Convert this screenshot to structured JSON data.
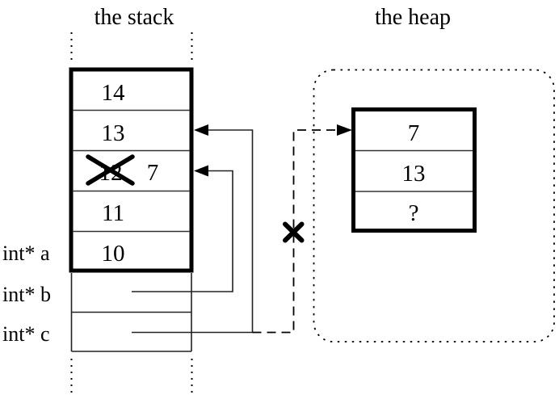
{
  "colors": {
    "ink": "#000000",
    "background": "#ffffff",
    "thin_line": "#222222"
  },
  "stack": {
    "title": "the stack",
    "cells": [
      {
        "value": "14"
      },
      {
        "value": "13"
      },
      {
        "value": "12",
        "crossed_out": true,
        "new_value": "7"
      },
      {
        "value": "11"
      },
      {
        "value": "10"
      }
    ],
    "pointer_labels": [
      {
        "label": "int* a"
      },
      {
        "label": "int* b"
      },
      {
        "label": "int* c"
      }
    ]
  },
  "heap": {
    "title": "the heap",
    "cells": [
      {
        "value": "7"
      },
      {
        "value": "13"
      },
      {
        "value": "?"
      }
    ]
  }
}
